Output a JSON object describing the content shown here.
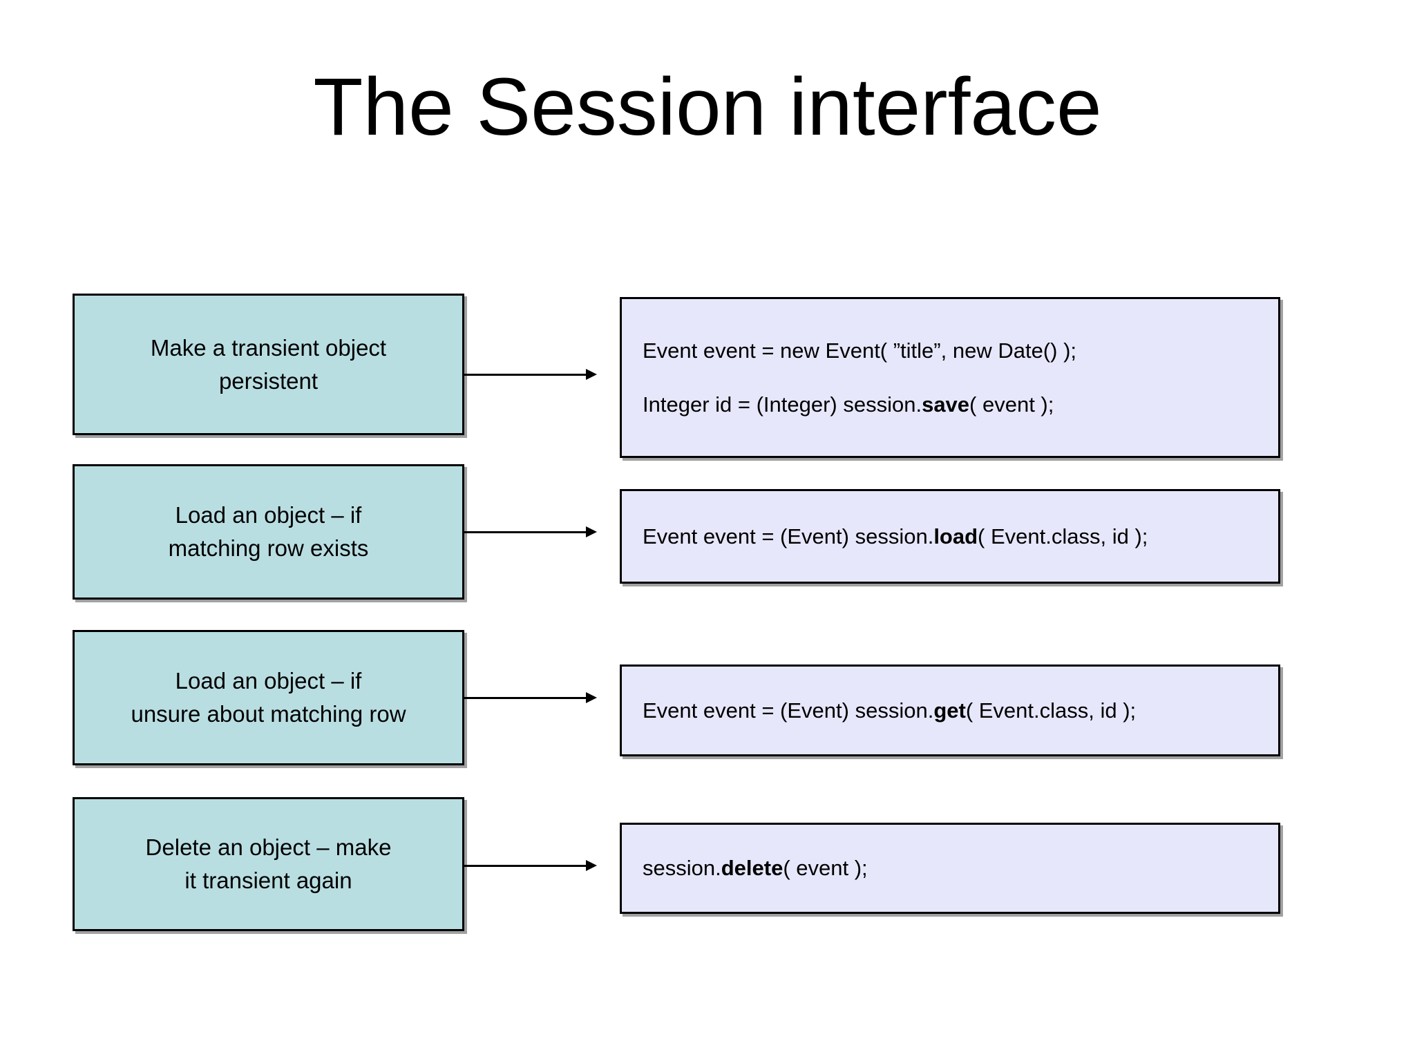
{
  "slide": {
    "title": "The Session interface"
  },
  "colors": {
    "background": "#ffffff",
    "left_box_fill": "#b9dee2",
    "right_box_fill": "#e6e7fa",
    "box_border": "#000000",
    "text": "#000000"
  },
  "rows": [
    {
      "label": {
        "line1": "Make a transient object",
        "line2": "persistent"
      },
      "code": {
        "line1": {
          "pre": "Event event = new Event( ”title”, new Date() );",
          "bold": "",
          "post": ""
        },
        "line2": {
          "pre": "Integer id = (Integer) session.",
          "bold": "save",
          "post": "( event );"
        }
      }
    },
    {
      "label": {
        "line1": "Load an object – if",
        "line2": "matching row exists"
      },
      "code": {
        "line1": {
          "pre": "Event event = (Event) session.",
          "bold": "load",
          "post": "( Event.class, id );"
        }
      }
    },
    {
      "label": {
        "line1": "Load an object – if",
        "line2": "unsure about matching row"
      },
      "code": {
        "line1": {
          "pre": "Event event = (Event) session.",
          "bold": "get",
          "post": "( Event.class, id );"
        }
      }
    },
    {
      "label": {
        "line1": "Delete an object – make",
        "line2": "it transient again"
      },
      "code": {
        "line1": {
          "pre": "session.",
          "bold": "delete",
          "post": "( event );"
        }
      }
    }
  ]
}
